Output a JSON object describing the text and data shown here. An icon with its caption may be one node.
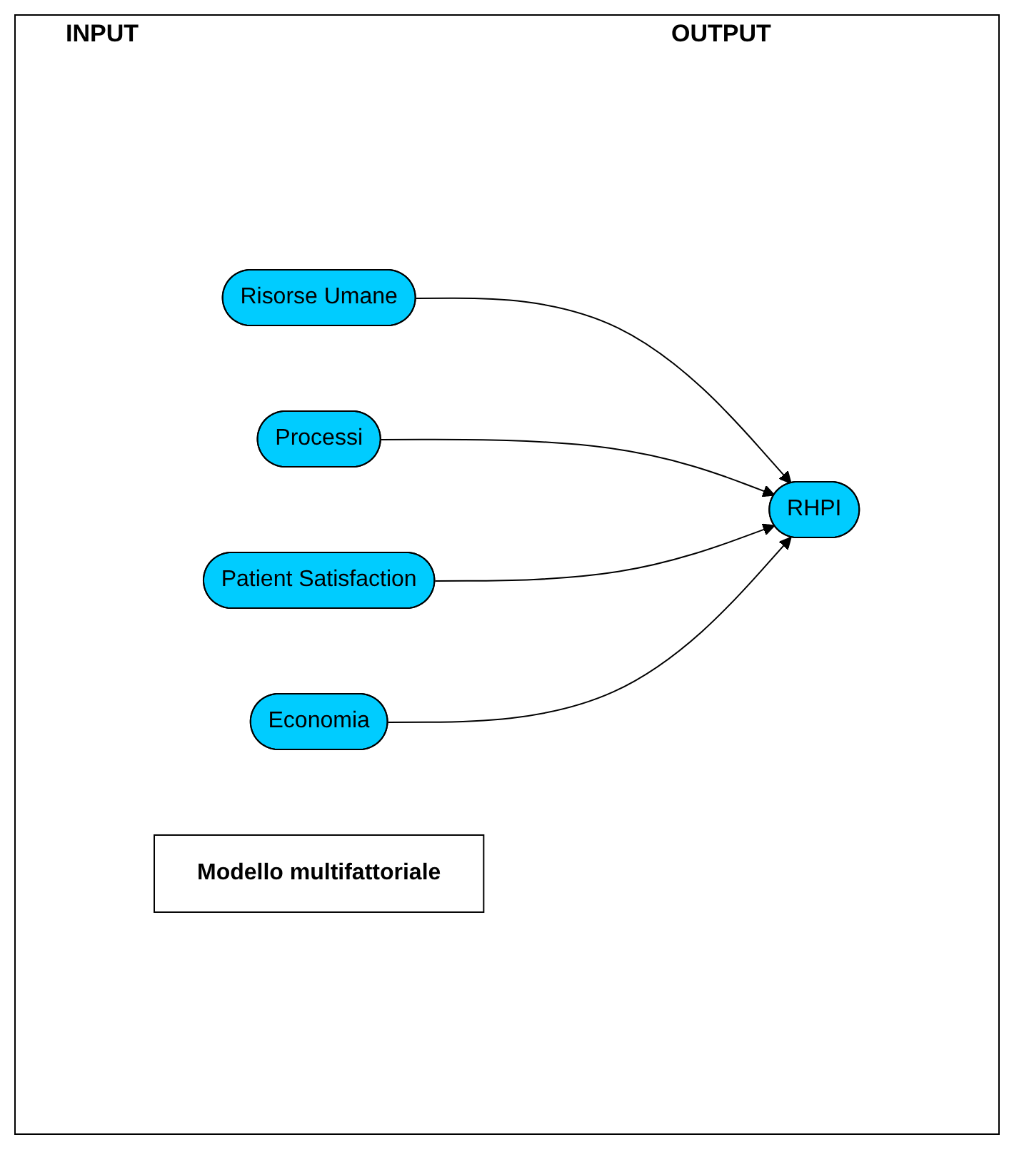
{
  "diagram": {
    "nodes": [
      {
        "text": [
          "Risorse Umane"
        ]
      },
      {
        "text": [
          "Processi"
        ]
      },
      {
        "text": [
          "Patient Satisfaction"
        ]
      },
      {
        "text": [
          "Economia"
        ]
      },
      {
        "text": [
          "RHPI"
        ]
      },
      {
        "text": [
          "Modello multifattoriale"
        ]
      }
    ],
    "edges": [
      {
        "from": 0,
        "to": 4,
        "arrow": "to"
      },
      {
        "from": 1,
        "to": 4,
        "arrow": "to"
      },
      {
        "from": 2,
        "to": 4,
        "arrow": "to"
      },
      {
        "from": 3,
        "to": 4,
        "arrow": "to"
      }
    ],
    "labels": [
      "INPUT",
      "OUTPUT"
    ]
  }
}
